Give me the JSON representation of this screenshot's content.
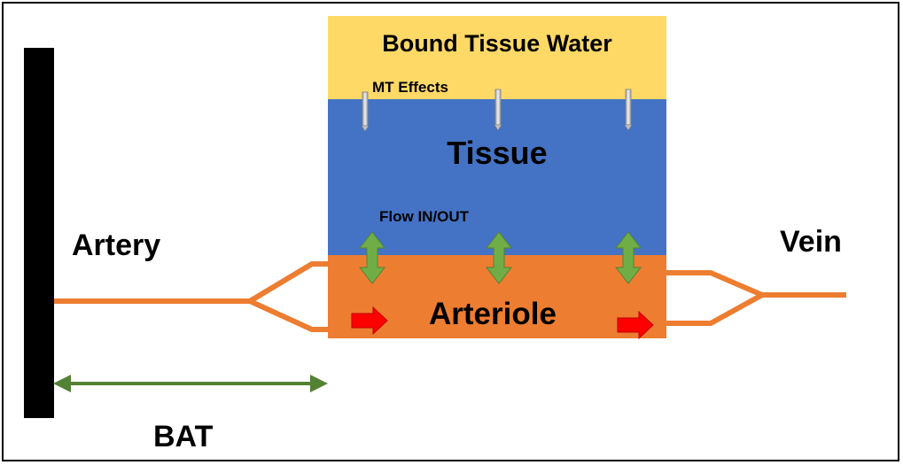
{
  "labels": {
    "bound_tissue_water": "Bound Tissue Water",
    "mt_effects": "MT Effects",
    "tissue": "Tissue",
    "flow_in_out": "Flow IN/OUT",
    "arteriole": "Arteriole",
    "artery": "Artery",
    "vein": "Vein",
    "bat": "BAT"
  },
  "colors": {
    "bound_water": "#FFD966",
    "tissue": "#4472C4",
    "arteriole": "#ED7D31",
    "vessel": "#ED7D31",
    "flow_arrow": "#70AD47",
    "red_arrow": "#FF0000",
    "bat_arrow": "#548235",
    "artery_bar": "#000000"
  }
}
